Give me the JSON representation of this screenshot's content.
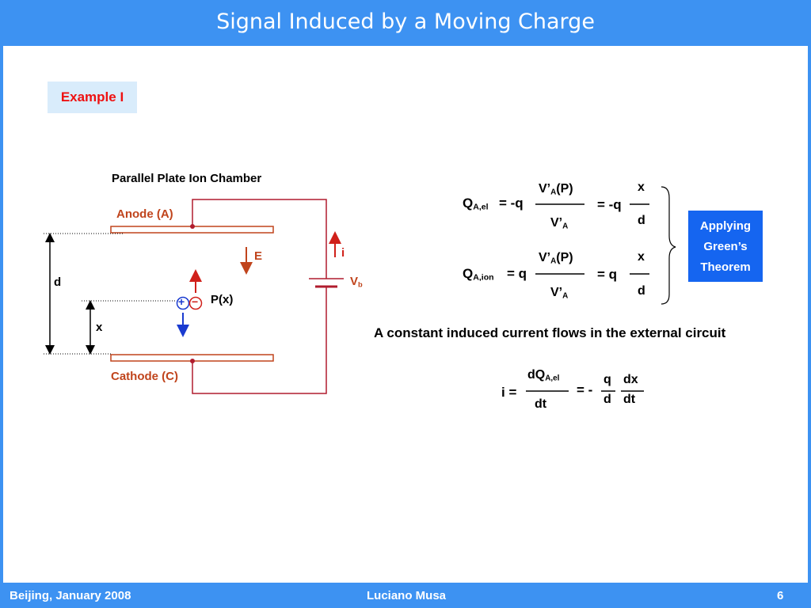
{
  "slide": {
    "title": "Signal Induced by a Moving Charge",
    "example_label": "Example I",
    "chamber_title": "Parallel Plate Ion Chamber",
    "anode_label": "Anode (A)",
    "cathode_label": "Cathode (C)",
    "field_label": "E",
    "current_label": "i",
    "bias_label_main": "V",
    "bias_label_sub": "b",
    "gap_label": "d",
    "position_label": "x",
    "point_label": "P(x)",
    "plus_symbol": "+",
    "minus_symbol": "−",
    "green_box_lines": [
      "Applying",
      "Green’s",
      "Theorem"
    ],
    "current_statement": "A constant induced current flows in the external circuit",
    "eq1": {
      "lhs_main": "Q",
      "lhs_sub": "A,el",
      "eq_sign": "= -q",
      "num_main": "V’",
      "num_sub": "A",
      "num_tail": "(P)",
      "den_main": "V’",
      "den_sub": "A",
      "eq2": "= -q",
      "frac_num": "x",
      "frac_den": "d"
    },
    "eq2": {
      "lhs_main": "Q",
      "lhs_sub": "A,ion",
      "eq_sign": "= q",
      "num_main": "V’",
      "num_sub": "A",
      "num_tail": "(P)",
      "den_main": "V’",
      "den_sub": "A",
      "eq2": "= q",
      "frac_num": "x",
      "frac_den": "d"
    },
    "eq3": {
      "lhs": "i =",
      "num_main": "dQ",
      "num_sub": "A,el",
      "den": "dt",
      "eq": "= -",
      "q": "q",
      "d": "d",
      "dx": "dx",
      "dt": "dt"
    }
  },
  "footer": {
    "left": "Beijing, January  2008",
    "center": "Luciano Musa",
    "page": "6"
  },
  "colors": {
    "accent_blue": "#3d92f2",
    "circuit_red": "#b01c2e",
    "label_orange": "#c0441c",
    "highlight_red": "#ee1111",
    "box_blue": "#1565f0"
  }
}
